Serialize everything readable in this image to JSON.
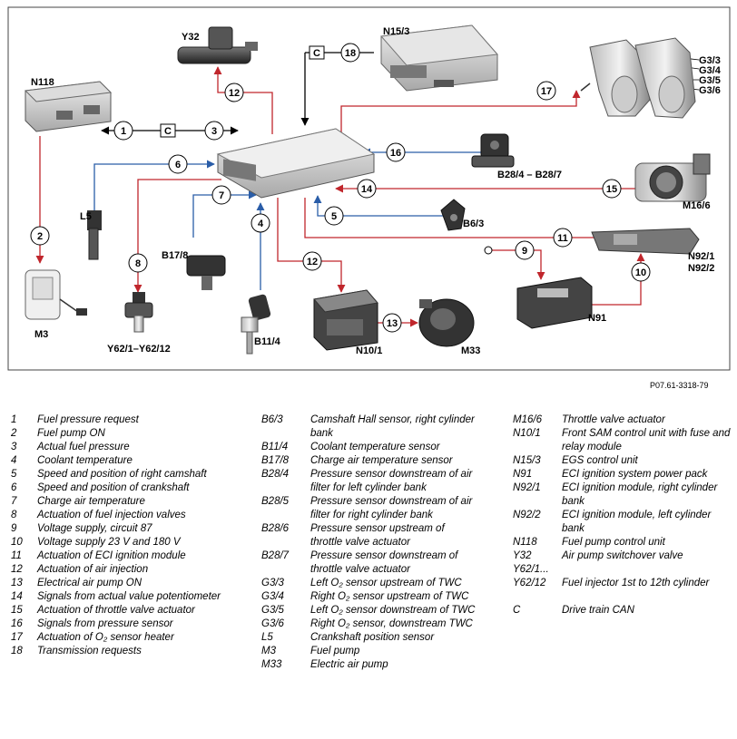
{
  "diagram": {
    "component_labels": {
      "y32": "Y32",
      "n153": "N15/3",
      "n118": "N118",
      "g33": "G3/3",
      "g34": "G3/4",
      "g35": "G3/5",
      "g36": "G3/6",
      "l5": "L5",
      "b284": "B28/4 – B28/7",
      "m166": "M16/6",
      "b178": "B17/8",
      "b63": "B6/3",
      "n921": "N92/1",
      "n922": "N92/2",
      "m3": "M3",
      "n91": "N91",
      "y621": "Y62/1–Y62/12",
      "b114": "B11/4",
      "n101": "N10/1",
      "m33": "M33",
      "can_c": "C"
    },
    "numbers": [
      "1",
      "2",
      "3",
      "4",
      "5",
      "6",
      "7",
      "8",
      "9",
      "10",
      "11",
      "12",
      "13",
      "14",
      "15",
      "16",
      "17",
      "18"
    ],
    "reference": "P07.61-3318-79",
    "colors": {
      "red": "#c0262c",
      "blue": "#2a5da8",
      "black": "#000000"
    }
  },
  "legend": {
    "col1": [
      {
        "key": "1",
        "value": "Fuel pressure request"
      },
      {
        "key": "2",
        "value": "Fuel pump ON"
      },
      {
        "key": "3",
        "value": "Actual fuel pressure"
      },
      {
        "key": "4",
        "value": "Coolant temperature"
      },
      {
        "key": "5",
        "value": "Speed and position of right camshaft"
      },
      {
        "key": "6",
        "value": "Speed and position of crankshaft"
      },
      {
        "key": "7",
        "value": "Charge air temperature"
      },
      {
        "key": "8",
        "value": "Actuation of fuel injection valves"
      },
      {
        "key": "9",
        "value": "Voltage supply, circuit 87"
      },
      {
        "key": "10",
        "value": "Voltage supply 23 V and 180 V"
      },
      {
        "key": "11",
        "value": "Actuation of ECI ignition module"
      },
      {
        "key": "12",
        "value": "Actuation of air injection"
      },
      {
        "key": "13",
        "value": "Electrical air pump ON"
      },
      {
        "key": "14",
        "value": "Signals from actual value potentiometer"
      },
      {
        "key": "15",
        "value": "Actuation of throttle valve actuator"
      },
      {
        "key": "16",
        "value": "Signals from pressure sensor"
      },
      {
        "key": "17",
        "value": "Actuation of O₂ sensor heater"
      },
      {
        "key": "18",
        "value": "Transmission requests"
      }
    ],
    "col2": [
      {
        "key": "B6/3",
        "value": "Camshaft Hall sensor, right cylinder bank"
      },
      {
        "key": "B11/4",
        "value": "Coolant temperature sensor"
      },
      {
        "key": "B17/8",
        "value": "Charge air temperature sensor"
      },
      {
        "key": "B28/4",
        "value": "Pressure sensor downstream of air filter for left cylinder bank"
      },
      {
        "key": "B28/5",
        "value": "Pressure sensor downstream of air filter for right cylinder bank"
      },
      {
        "key": "B28/6",
        "value": "Pressure sensor upstream of throttle valve actuator"
      },
      {
        "key": "B28/7",
        "value": "Pressure sensor downstream of throttle valve actuator"
      },
      {
        "key": "G3/3",
        "value": "Left O₂ sensor upstream of TWC"
      },
      {
        "key": "G3/4",
        "value": "Right O₂ sensor upstream of TWC"
      },
      {
        "key": "G3/5",
        "value": "Left O₂ sensor downstream of TWC"
      },
      {
        "key": "G3/6",
        "value": "Right O₂ sensor, downstream TWC"
      },
      {
        "key": "L5",
        "value": "Crankshaft position sensor"
      },
      {
        "key": "M3",
        "value": "Fuel pump"
      },
      {
        "key": "M33",
        "value": "Electric air pump"
      }
    ],
    "col3": [
      {
        "key": "M16/6",
        "value": "Throttle valve actuator"
      },
      {
        "key": "N10/1",
        "value": "Front SAM control unit with fuse and relay module"
      },
      {
        "key": "N15/3",
        "value": "EGS control unit"
      },
      {
        "key": "N91",
        "value": "ECI ignition system power pack"
      },
      {
        "key": "N92/1",
        "value": "ECI ignition module, right cylinder bank"
      },
      {
        "key": "N92/2",
        "value": "ECI ignition module, left cylinder bank"
      },
      {
        "key": "N118",
        "value": "Fuel pump control unit"
      },
      {
        "key": "Y32",
        "value": "Air pump switchover valve"
      },
      {
        "key": "Y62/1...",
        "value": ""
      },
      {
        "key": "Y62/12",
        "value": "Fuel injector 1st to 12th cylinder"
      },
      {
        "key": "",
        "value": ""
      },
      {
        "key": "C",
        "value": "Drive train CAN"
      }
    ]
  }
}
